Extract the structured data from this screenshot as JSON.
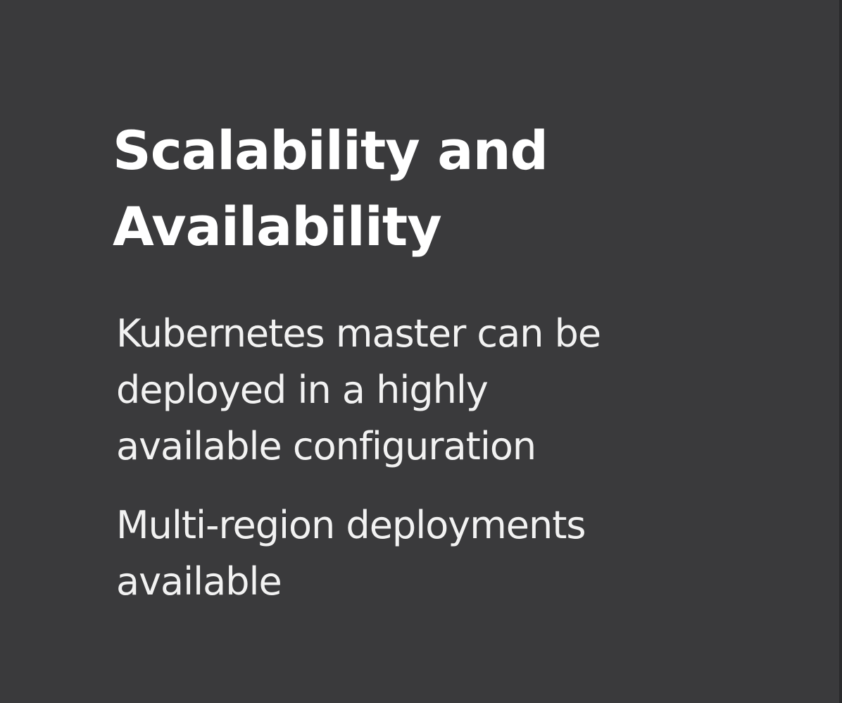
{
  "slide": {
    "title_line_1": "Scalability and",
    "title_line_2": "Availability",
    "paragraphs": [
      {
        "lines": [
          "Kubernetes master can be",
          "deployed in a highly",
          "available configuration"
        ]
      },
      {
        "lines": [
          "Multi-region deployments",
          "available"
        ]
      }
    ]
  },
  "colors": {
    "background": "#3a3a3c",
    "text": "#ffffff"
  }
}
